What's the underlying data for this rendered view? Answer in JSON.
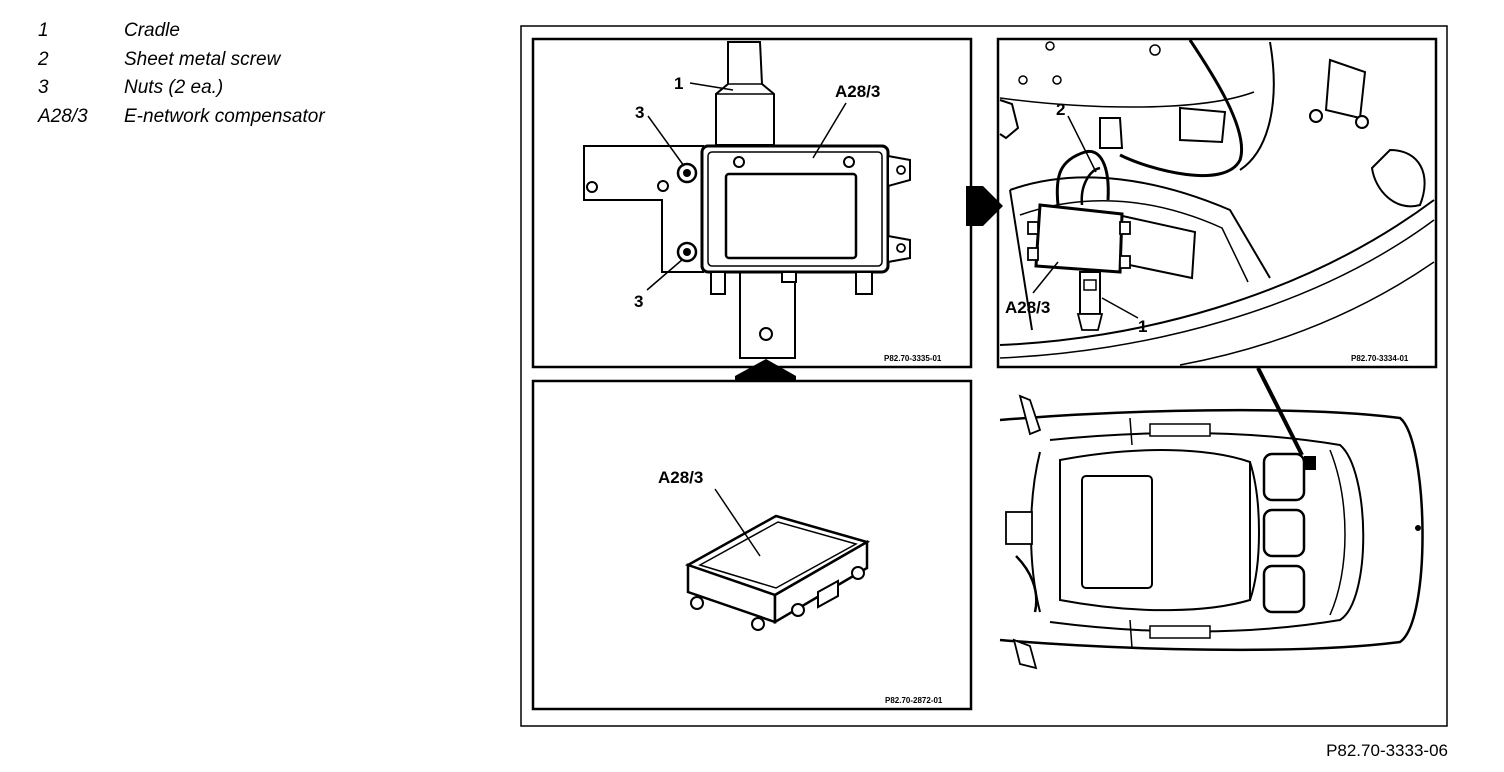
{
  "legend": [
    {
      "key": "1",
      "text": "Cradle"
    },
    {
      "key": "2",
      "text": "Sheet metal screw"
    },
    {
      "key": "3",
      "text": "Nuts (2 ea.)"
    },
    {
      "key": "A28/3",
      "text": "E-network compensator"
    }
  ],
  "panels": {
    "mount": {
      "labels": {
        "cradle": "1",
        "nut_top": "3",
        "nut_bottom": "3",
        "unit": "A28/3"
      },
      "code": "P82.70-3335-01"
    },
    "location": {
      "labels": {
        "screw": "2",
        "unit": "A28/3",
        "cradle": "1"
      },
      "code": "P82.70-3334-01"
    },
    "unit": {
      "labels": {
        "unit": "A28/3"
      },
      "code": "P82.70-2872-01"
    }
  },
  "caption": "P82.70-3333-06"
}
